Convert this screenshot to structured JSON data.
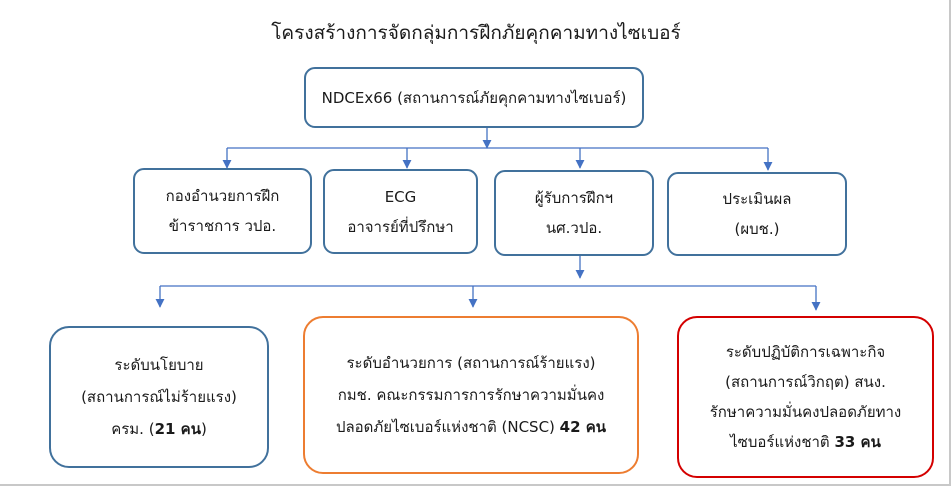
{
  "title": "โครงสร้างการจัดกลุ่มการฝึกภัยคุกคามทางไซเบอร์",
  "root": {
    "label": "NDCEx66 (สถานการณ์ภัยคุกคามทางไซเบอร์)"
  },
  "level2": [
    {
      "line1": "กองอำนวยการฝึก",
      "line2": "ข้าราชการ วปอ."
    },
    {
      "line1": "ECG",
      "line2": "อาจารย์ที่ปรึกษา"
    },
    {
      "line1": "ผู้รับการฝึกฯ",
      "line2": "นศ.วปอ."
    },
    {
      "line1": "ประเมินผล",
      "line2": "(ผบช.)"
    }
  ],
  "level3": {
    "policy": {
      "line1": "ระดับนโยบาย",
      "line2": "(สถานการณ์ไม่ร้ายแรง)",
      "line3_prefix": "ครม. (",
      "line3_bold": "21 คน",
      "line3_suffix": ")"
    },
    "directive": {
      "line1": "ระดับอำนวยการ (สถานการณ์ร้ายแรง)",
      "line2": "กมช. คณะกรรมการการรักษาความมั่นคง",
      "line3_prefix": "ปลอดภัยไซเบอร์แห่งชาติ (NCSC) ",
      "line3_bold": "42 คน"
    },
    "operational": {
      "line1": "ระดับปฏิบัติการเฉพาะกิจ",
      "line2": "(สถานการณ์วิกฤต) สนง.",
      "line3": "รักษาความมั่นคงปลอดภัยทาง",
      "line4_prefix": "ไซบอร์แห่งชาติ ",
      "line4_bold": "33 คน"
    }
  },
  "colors": {
    "connector": "#4472c4",
    "border_blue": "#41719c",
    "border_orange": "#ed7d31",
    "border_red": "#d40000"
  }
}
